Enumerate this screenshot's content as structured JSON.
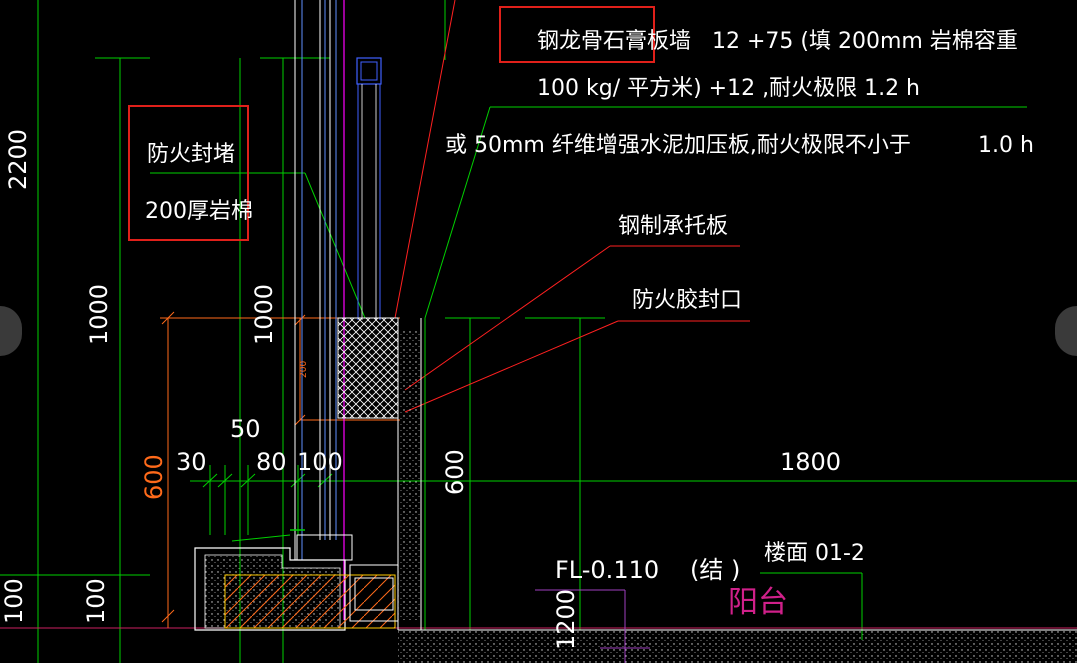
{
  "texts": {
    "wall_title": "钢龙骨石膏板墙",
    "wall_spec_1": "12 +75  (填    200mm   岩棉容重",
    "wall_spec_2": "100 kg/    平方米)       +12  ,耐火极限         1.2 h",
    "wall_spec_3": "或 50mm   纤维增强水泥加压板,耐火极限不小于",
    "wall_spec_3_value": "1.0 h",
    "firestop_title": "防火封堵",
    "firestop_material": "200厚岩棉",
    "steel_plate": "钢制承托板",
    "firestop_sealant": "防火胶封口",
    "floor_level": "FL-0.110",
    "floor_level_note": "(结 )",
    "floor_code": "楼面   01-2",
    "balcony": "阳台"
  },
  "dimensions": {
    "d2200": "2200",
    "d1000_left": "1000",
    "d1000_mid": "1000",
    "d200": "200",
    "d50": "50",
    "d30": "30",
    "d80": "80",
    "d100_top": "100",
    "d600_orange": "600",
    "d600_right": "600",
    "d1800": "1800",
    "d100_bl1": "100",
    "d100_bl2": "100",
    "d1200": "1200"
  },
  "colors": {
    "green": "#00d000",
    "red": "#ff2020",
    "white": "#ffffff",
    "blue": "#4060ff",
    "magenta": "#ff00ff",
    "orange": "#ff6a1a",
    "highlight_box": "#e0201a",
    "background": "#000000"
  },
  "icons": {
    "left_nav": "chevron-left-icon",
    "right_nav": "chevron-right-icon"
  }
}
